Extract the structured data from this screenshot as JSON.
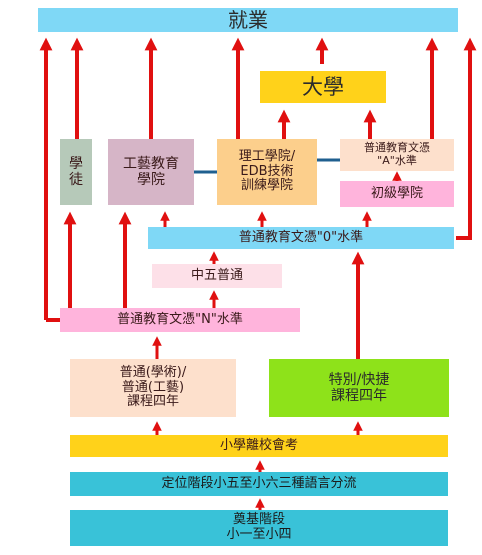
{
  "nodes": {
    "employment": "就業",
    "university": "大學",
    "apprentice": "學\n徒",
    "tech_arts_college": "工藝教育\n學院",
    "polytechnic": "理工學院/\nEDB技術\n訓練學院",
    "a_level": "普通教育文憑\n\"A\"水準",
    "junior_college": "初級學院",
    "o_level": "普通教育文憑\"0\"水準",
    "sec5_normal": "中五普通",
    "n_level": "普通教育文憑\"N\"水準",
    "normal_course": "普通(學術)/\n普通(工藝)\n課程四年",
    "special_express": "特別/快捷\n課程四年",
    "psle": "小學離校會考",
    "streaming": "定位階段小五至小六三種語言分流",
    "foundation": "奠基階段\n小一至小四"
  },
  "colors": {
    "arrow": "#e01010",
    "connector": "#1f5f8f",
    "cyan": "#7fd8f6",
    "yellow": "#ffd21a",
    "pink": "#ffb4dc",
    "peach": "#fde0cc",
    "grey_green": "#b6c9b9",
    "mauve": "#d6b5c7",
    "green": "#8ee21a",
    "teal": "#39c2d8"
  }
}
